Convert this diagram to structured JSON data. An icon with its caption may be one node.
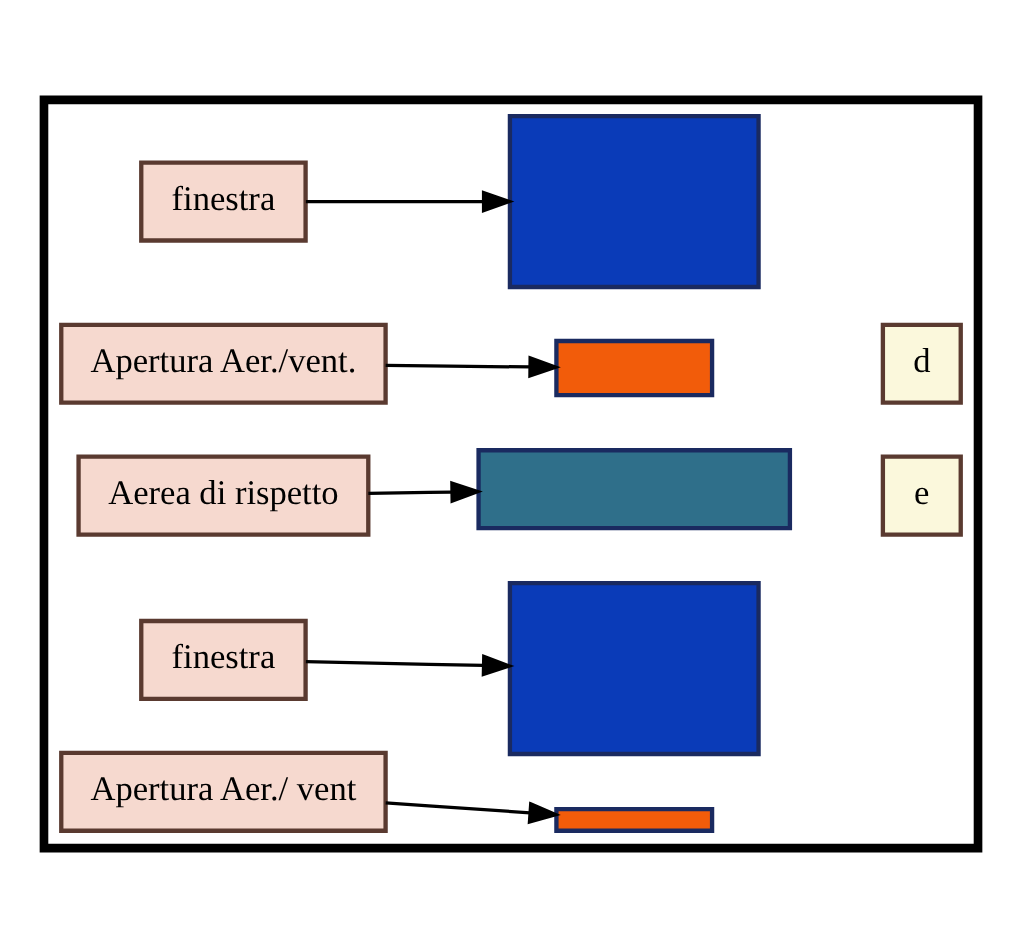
{
  "diagram": {
    "nodes": [
      {
        "text": [],
        "shape": "box"
      },
      {
        "text": [
          "finestra"
        ],
        "in": 0
      },
      {
        "text": [],
        "shape": "box",
        "in": 0
      },
      {
        "text": [
          "Apertura Aer./vent."
        ],
        "in": 0
      },
      {
        "text": [],
        "shape": "box",
        "in": 0
      },
      {
        "text": [
          "d"
        ],
        "in": 0
      },
      {
        "text": [
          "Aerea di rispetto"
        ],
        "in": 0
      },
      {
        "text": [],
        "shape": "box",
        "in": 0
      },
      {
        "text": [
          "e"
        ],
        "in": 0
      },
      {
        "text": [
          "finestra"
        ],
        "in": 0
      },
      {
        "text": [],
        "shape": "box",
        "in": 0
      },
      {
        "text": [
          "Apertura Aer./ vent"
        ],
        "in": 0
      },
      {
        "text": [],
        "shape": "bar",
        "in": 0
      }
    ],
    "edges": [
      {
        "from": 1,
        "to": 2,
        "arrow": "to"
      },
      {
        "from": 3,
        "to": 4,
        "arrow": "to"
      },
      {
        "from": 6,
        "to": 7,
        "arrow": "to"
      },
      {
        "from": 9,
        "to": 10,
        "arrow": "to"
      },
      {
        "from": 11,
        "to": 12,
        "arrow": "to"
      }
    ]
  }
}
